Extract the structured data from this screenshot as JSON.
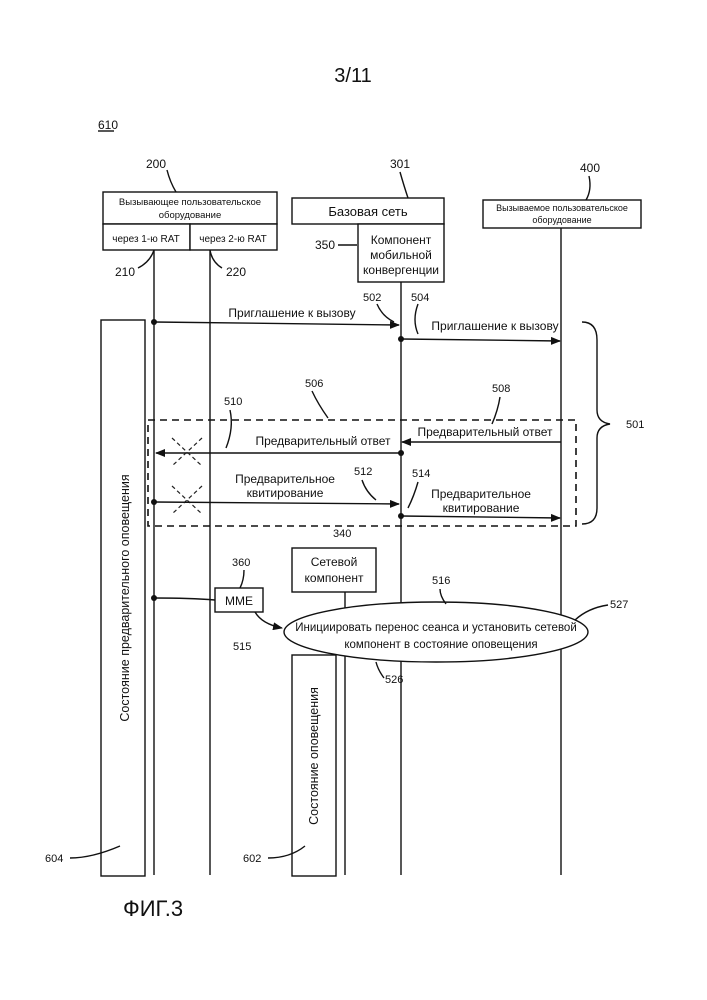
{
  "page_number": "3/11",
  "figure_label": "ФИГ.3",
  "refs": {
    "r610": "610",
    "r200": "200",
    "r301": "301",
    "r400": "400",
    "r210": "210",
    "r220": "220",
    "r350": "350",
    "r502": "502",
    "r504": "504",
    "r506": "506",
    "r508": "508",
    "r510": "510",
    "r501": "501",
    "r512": "512",
    "r514": "514",
    "r340": "340",
    "r360": "360",
    "r516": "516",
    "r527": "527",
    "r515": "515",
    "r526": "526",
    "r604": "604",
    "r602": "602"
  },
  "entities": {
    "caller_line1": "Вызывающее пользовательское",
    "caller_line2": "оборудование",
    "rat1": "через 1-ю RAT",
    "rat2": "через 2-ю RAT",
    "core": "Базовая сеть",
    "mcc_line1": "Компонент",
    "mcc_line2": "мобильной",
    "mcc_line3": "конвергенции",
    "callee_line1": "Вызываемое пользовательское",
    "callee_line2": "оборудование",
    "net_line1": "Сетевой",
    "net_line2": "компонент",
    "mme": "MME"
  },
  "messages": {
    "invite_1": "Приглашение к вызову",
    "invite_2": "Приглашение к вызову",
    "prov_resp_1": "Предварительный ответ",
    "prov_resp_2": "Предварительный ответ",
    "prov_ack_1_line1": "Предварительное",
    "prov_ack_1_line2": "квитирование",
    "prov_ack_2_line1": "Предварительное",
    "prov_ack_2_line2": "квитирование",
    "ellipse_line1": "Инициировать перенос сеанса и установить сетевой",
    "ellipse_line2": "компонент в состояние оповещения"
  },
  "states": {
    "pre_alert": "Состояние предварительного оповещения",
    "alert": "Состояние оповещения"
  }
}
